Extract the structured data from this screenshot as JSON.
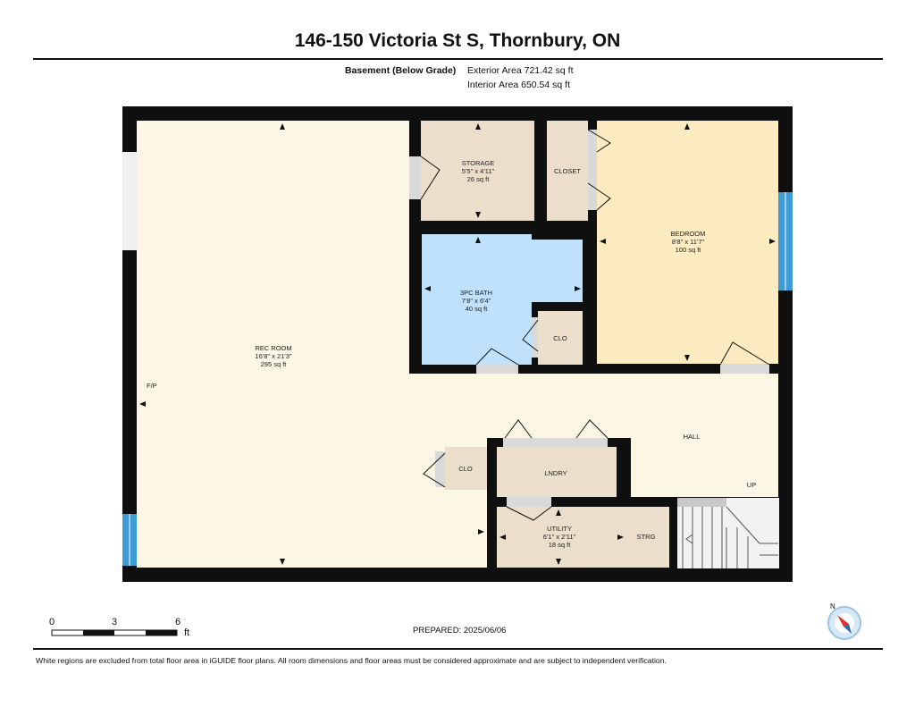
{
  "header": {
    "title": "146-150 Victoria St S, Thornbury, ON",
    "level": "Basement (Below Grade)",
    "exterior_area": "Exterior Area 721.42 sq ft",
    "interior_area": "Interior Area 650.54 sq ft"
  },
  "rooms": {
    "rec_room": {
      "name": "REC ROOM",
      "dims": "16'8\" x 21'3\"",
      "area": "295 sq ft"
    },
    "storage": {
      "name": "STORAGE",
      "dims": "5'5\" x 4'11\"",
      "area": "26 sq ft"
    },
    "closet": {
      "name": "CLOSET"
    },
    "bedroom": {
      "name": "BEDROOM",
      "dims": "8'8\" x 11'7\"",
      "area": "100 sq ft"
    },
    "bath": {
      "name": "3PC BATH",
      "dims": "7'8\" x 6'4\"",
      "area": "40 sq ft"
    },
    "bath_clo": {
      "name": "CLO"
    },
    "hall": {
      "name": "HALL"
    },
    "lndry": {
      "name": "LNDRY"
    },
    "lndry_clo": {
      "name": "CLO"
    },
    "utility": {
      "name": "UTILITY",
      "dims": "6'1\" x 2'11\"",
      "area": "18 sq ft"
    },
    "strg": {
      "name": "STRG"
    },
    "up": {
      "name": "UP"
    },
    "fp": {
      "name": "F/P"
    }
  },
  "scale": {
    "labels": [
      "0",
      "3",
      "6"
    ],
    "unit": "ft"
  },
  "compass": {
    "label": "N"
  },
  "prepared": "PREPARED: 2025/06/06",
  "footer": "White regions are excluded from total floor area in iGUIDE floor plans. All room dimensions and floor areas must be considered approximate and are subject to independent verification.",
  "colors": {
    "rec": "#fcf7e4",
    "storage": "#ebdfcb",
    "bath": "#bfe1fb",
    "bedroom": "#fcebc1",
    "wall": "#0f0f0f",
    "window": "#3d9bd6"
  }
}
